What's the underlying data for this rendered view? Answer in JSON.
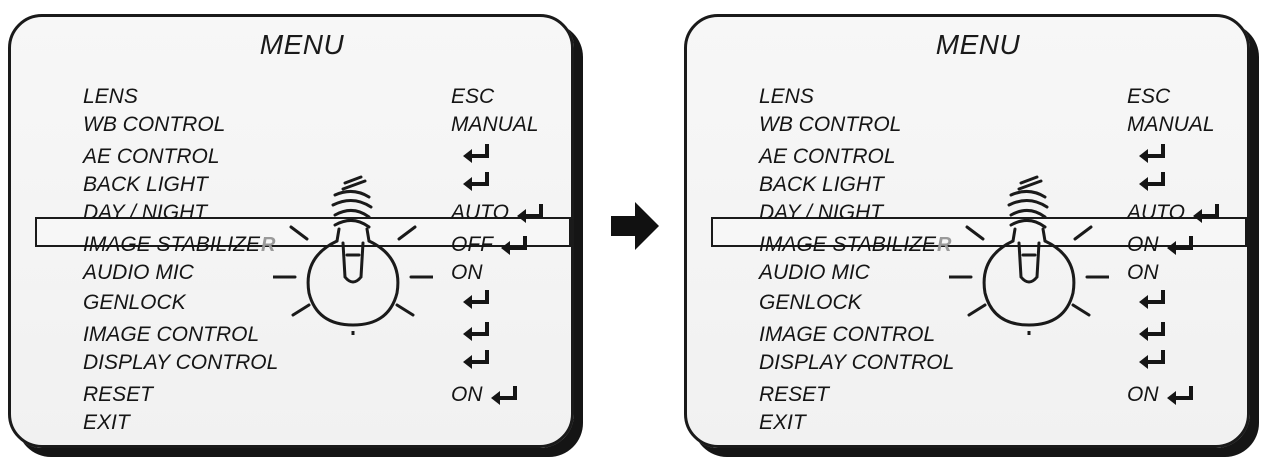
{
  "left_panel": {
    "title": "MENU",
    "r_mark": "R",
    "items": [
      {
        "label": "LENS",
        "value": "ESC",
        "enter": false
      },
      {
        "label": "WB CONTROL",
        "value": "MANUAL",
        "enter": false
      },
      {
        "label": "AE CONTROL",
        "value": "",
        "enter": true
      },
      {
        "label": "BACK LIGHT",
        "value": "",
        "enter": true
      },
      {
        "label": "DAY / NIGHT",
        "value": "AUTO",
        "enter": true
      },
      {
        "label": "IMAGE STABILIZE",
        "value": "OFF",
        "enter": true
      },
      {
        "label": "AUDIO MIC",
        "value": "ON",
        "enter": false
      },
      {
        "label": "GENLOCK",
        "value": "",
        "enter": true
      },
      {
        "label": "IMAGE CONTROL",
        "value": "",
        "enter": true
      },
      {
        "label": "DISPLAY CONTROL",
        "value": "",
        "enter": true
      },
      {
        "label": "RESET",
        "value": "ON",
        "enter": true
      },
      {
        "label": "EXIT",
        "value": "",
        "enter": false
      }
    ]
  },
  "right_panel": {
    "title": "MENU",
    "r_mark": "R",
    "items": [
      {
        "label": "LENS",
        "value": "ESC",
        "enter": false
      },
      {
        "label": "WB CONTROL",
        "value": "MANUAL",
        "enter": false
      },
      {
        "label": "AE CONTROL",
        "value": "",
        "enter": true
      },
      {
        "label": "BACK LIGHT",
        "value": "",
        "enter": true
      },
      {
        "label": "DAY / NIGHT",
        "value": "AUTO",
        "enter": true
      },
      {
        "label": "IMAGE STABILIZE",
        "value": "ON",
        "enter": true
      },
      {
        "label": "AUDIO MIC",
        "value": "ON",
        "enter": false
      },
      {
        "label": "GENLOCK",
        "value": "",
        "enter": true
      },
      {
        "label": "IMAGE CONTROL",
        "value": "",
        "enter": true
      },
      {
        "label": "DISPLAY CONTROL",
        "value": "",
        "enter": true
      },
      {
        "label": "RESET",
        "value": "ON",
        "enter": true
      },
      {
        "label": "EXIT",
        "value": "",
        "enter": false
      }
    ]
  },
  "selected_index": 5,
  "icons": {
    "enter": "enter-return-icon",
    "bulb": "light-bulb-icon",
    "arrow": "right-arrow-icon"
  },
  "colors": {
    "panel_bg": "#f3f3f3",
    "border": "#1a1a1a",
    "text": "#151515",
    "r_mark": "#9a9a9a"
  }
}
